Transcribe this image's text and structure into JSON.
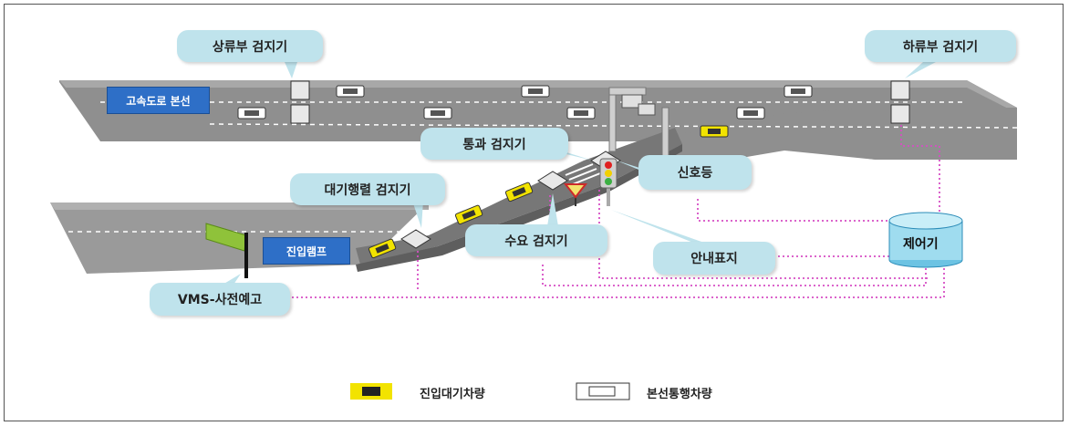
{
  "labels": {
    "upstream_detector": "상류부 검지기",
    "downstream_detector": "하류부 검지기",
    "mainline": "고속도로 본선",
    "passage_detector": "통과 검지기",
    "queue_detector": "대기행렬 검지기",
    "demand_detector": "수요 검지기",
    "traffic_signal": "신호등",
    "guide_sign": "안내표지",
    "controller": "제어기",
    "entry_ramp": "진입램프",
    "vms": "VMS-사전예고"
  },
  "legend": {
    "waiting_vehicle": "진입대기차량",
    "mainline_vehicle": "본선통행차량"
  },
  "colors": {
    "road": "#8c8c8c",
    "road_dark": "#6e6e6e",
    "bubble": "#bfe3ec",
    "tag_blue": "#2e6fc7",
    "dotted_link": "#d64fc4",
    "waiting_car": "#f2e300",
    "controller": "#9fdcef"
  }
}
